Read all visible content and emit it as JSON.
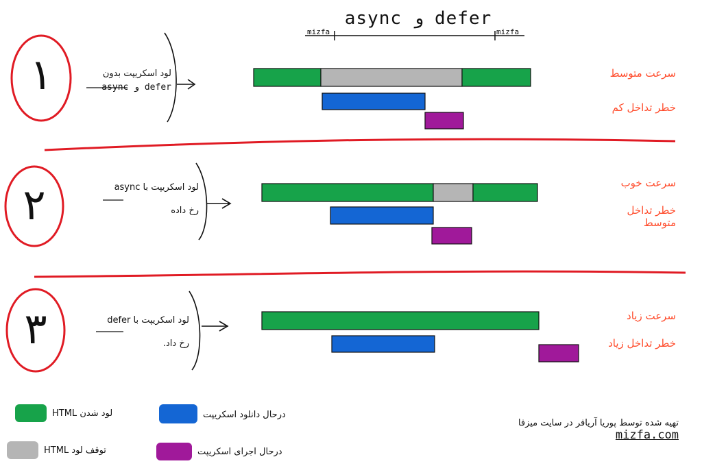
{
  "title": "async و defer",
  "brand_left": "mizfa",
  "brand_right": "mizfa",
  "colors": {
    "html_load": "#17a34a",
    "html_pause": "#b5b5b5",
    "script_download": "#1466d4",
    "script_execute": "#a0199a",
    "line": "#e01b24",
    "note": "#ff4b2b"
  },
  "scenarios": [
    {
      "number": "۱",
      "desc_line1": "لود اسکریپت بدون",
      "desc_line2": "async و defer",
      "speed": "سرعت متوسط",
      "risk": "خطر تداخل کم"
    },
    {
      "number": "۲",
      "desc_line1": "لود اسکریپت با async",
      "desc_line2": "رخ داده",
      "speed": "سرعت خوب",
      "risk": "خطر تداخل متوسط"
    },
    {
      "number": "۳",
      "desc_line1": "لود اسکریپت با defer",
      "desc_line2": "رخ داد.",
      "speed": "سرعت زیاد",
      "risk": "خطر تداخل زیاد"
    }
  ],
  "legend": {
    "html_load": "لود شدن HTML",
    "html_pause": "توقف لود HTML",
    "script_download": "درحال دانلود اسکریپت",
    "script_execute": "درحال اجرای اسکریپت"
  },
  "footer": {
    "credit": "تهیه شده توسط پوریا آریافر در سایت میزفا",
    "site": "mizfa.com"
  }
}
